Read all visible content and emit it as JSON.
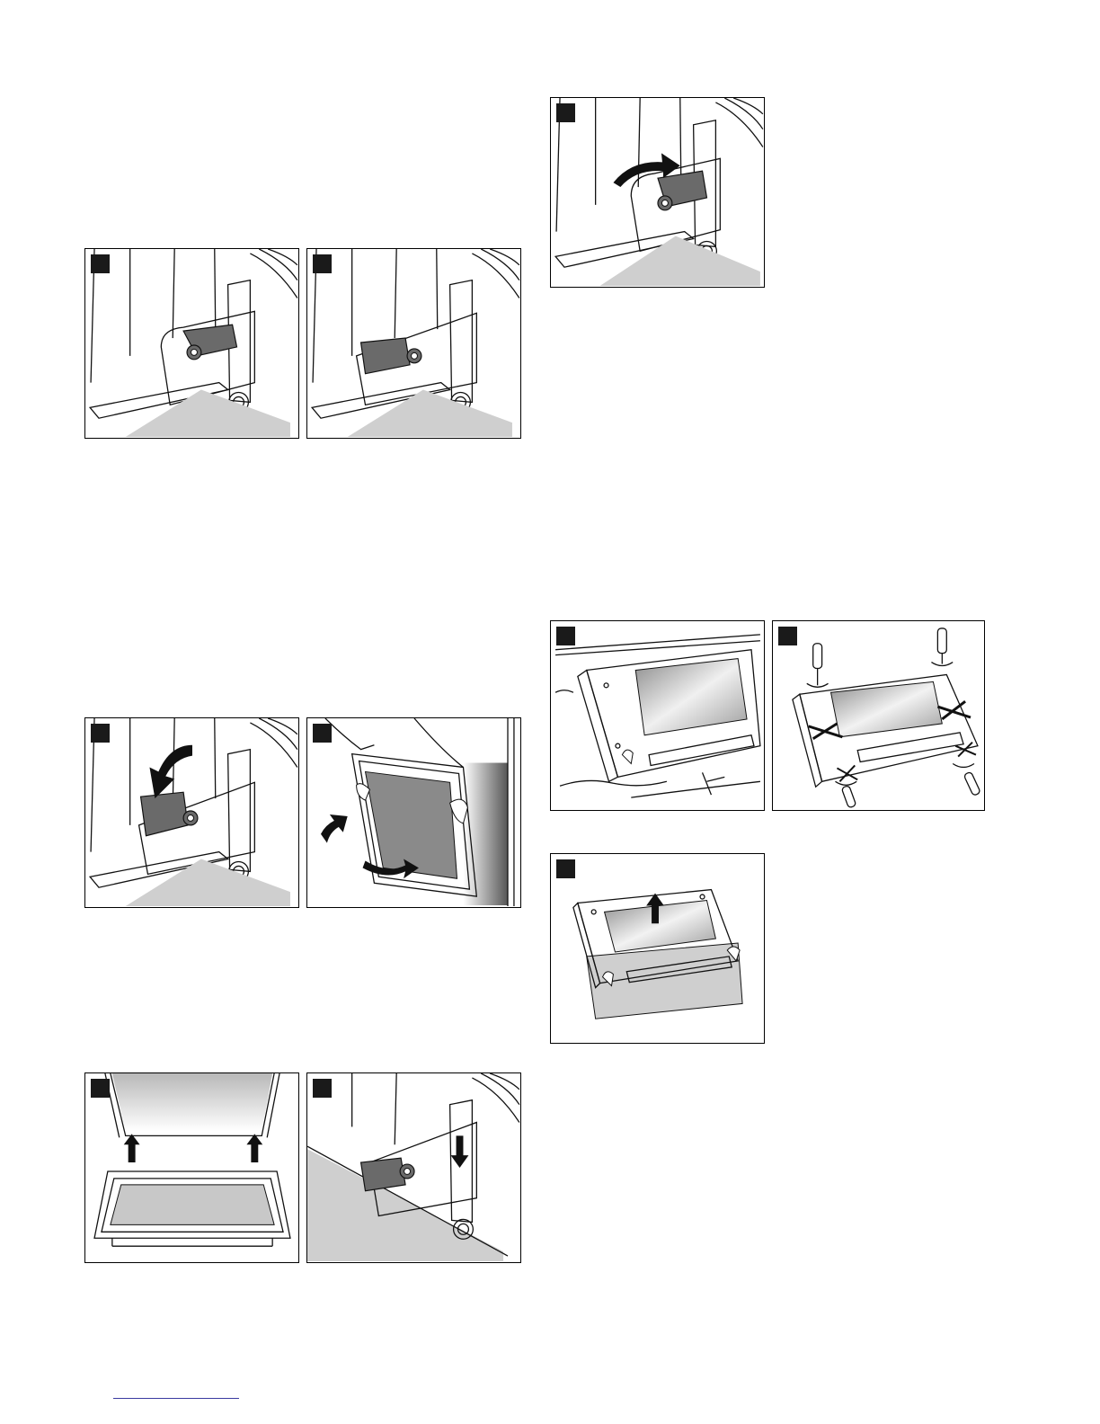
{
  "page": {
    "panels": [
      {
        "id": "p1",
        "illustration": "hinge-lever-closed"
      },
      {
        "id": "p2",
        "illustration": "hinge-lever-open"
      },
      {
        "id": "p3",
        "illustration": "hinge-lever-fold-arrow"
      },
      {
        "id": "p4",
        "illustration": "door-removal-hands"
      },
      {
        "id": "p5",
        "illustration": "door-glass-lift-arrows"
      },
      {
        "id": "p6",
        "illustration": "hinge-lever-push-down"
      },
      {
        "id": "p7",
        "illustration": "hinge-lever-rotate-arrow"
      },
      {
        "id": "p8",
        "illustration": "door-panel-laid-flat"
      },
      {
        "id": "p9",
        "illustration": "door-panel-unscrew"
      },
      {
        "id": "p10",
        "illustration": "door-glass-lift-out"
      }
    ]
  },
  "colors": {
    "ink": "#111111",
    "hinge": "#6a6a6a",
    "floor": "#cfcfcf",
    "badge": "#1a1a1a"
  }
}
